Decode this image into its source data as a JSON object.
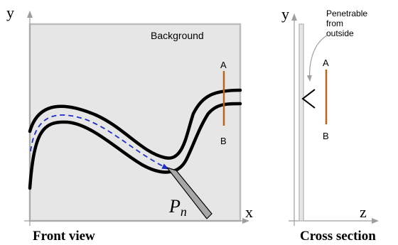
{
  "front_view": {
    "y_axis_label": "y",
    "x_axis_label": "x",
    "region_label": "Background",
    "caption": "Front view",
    "segment_top_label": "A",
    "segment_bottom_label": "B",
    "probe_label": "P",
    "probe_subscript": "n"
  },
  "cross_section": {
    "y_axis_label": "y",
    "z_axis_label": "z",
    "annotation_line1": "Penetrable",
    "annotation_line2": "from",
    "annotation_line3": "outside",
    "segment_top_label": "A",
    "segment_bottom_label": "B",
    "caption": "Cross section"
  },
  "colors": {
    "background_panel": "#e6e6e6",
    "panel_border": "#bdbdbd",
    "axis": "#9e9e9e",
    "tube_wall": "#000000",
    "trajectory": "#1f2fc8",
    "segment_ab": "#b5651d",
    "probe": "#a7a7a7"
  }
}
